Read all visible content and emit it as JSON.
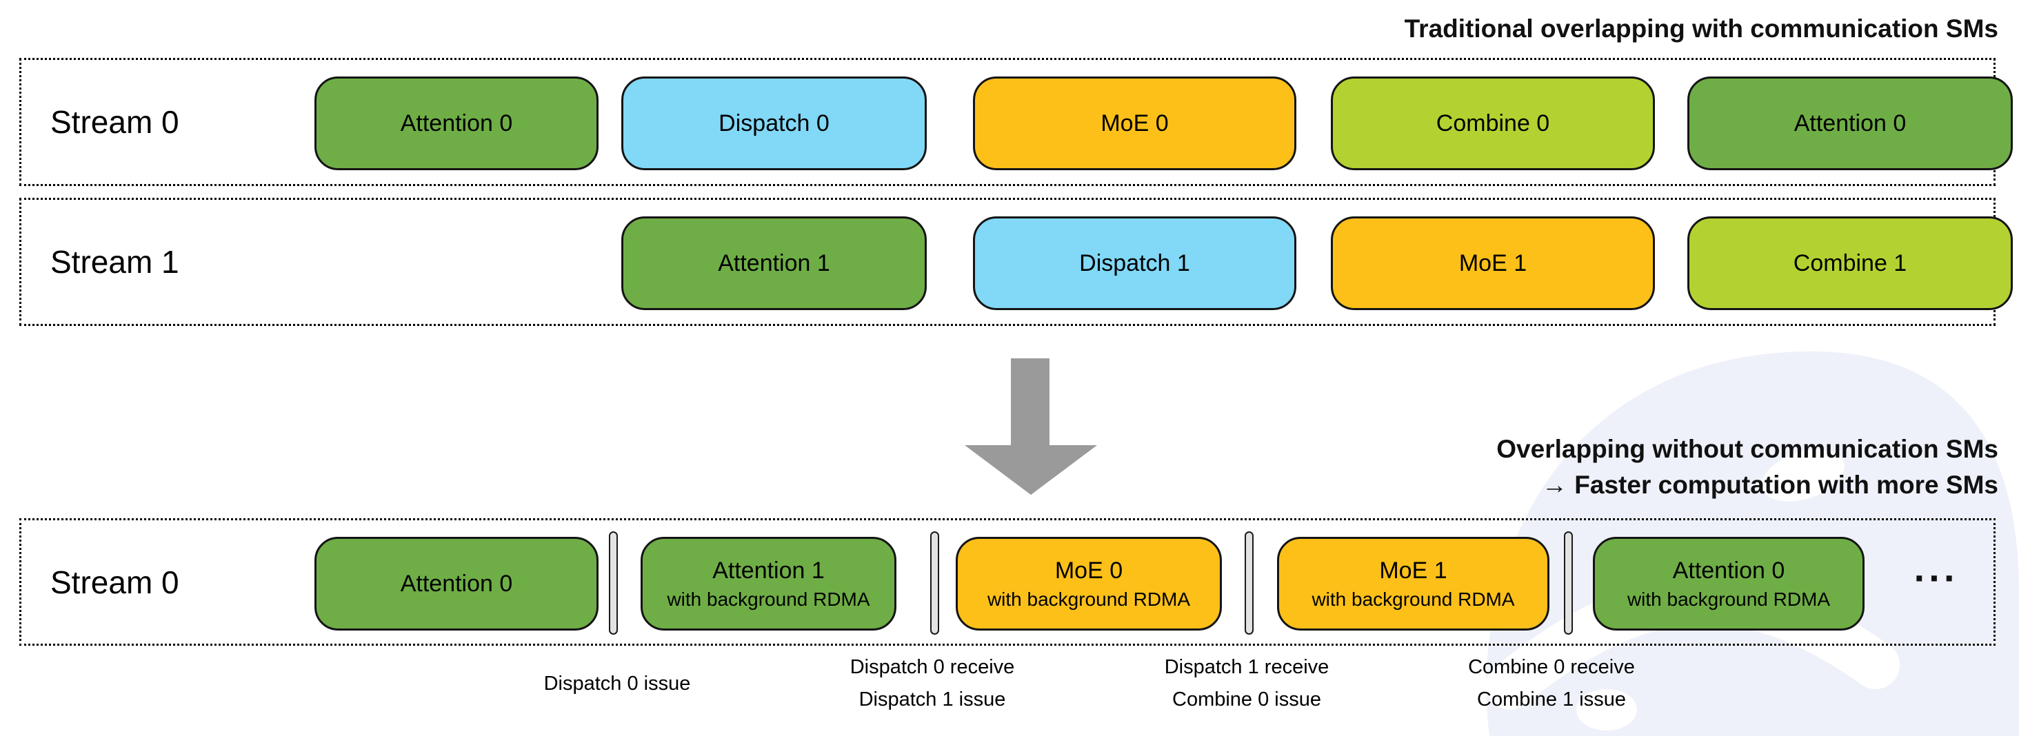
{
  "titles": {
    "traditional": "Traditional overlapping with communication SMs",
    "overlap_line1": "Overlapping without communication SMs",
    "overlap_line2": "→ Faster computation with more SMs"
  },
  "colors": {
    "attention": "#6fae46",
    "dispatch": "#81d8f7",
    "moe": "#fcc019",
    "combine": "#b3d231",
    "separator_fill": "#e3e3e3",
    "arrow_gray": "#9a9a9a",
    "watermark_tint": "#eef1f9"
  },
  "top_chart": {
    "rows": [
      {
        "label": "Stream 0",
        "blocks": [
          {
            "label": "Attention 0",
            "type": "attention",
            "slot": 0
          },
          {
            "label": "Dispatch 0",
            "type": "dispatch",
            "slot": 1
          },
          {
            "label": "MoE 0",
            "type": "moe",
            "slot": 2
          },
          {
            "label": "Combine 0",
            "type": "combine",
            "slot": 3
          },
          {
            "label": "Attention 0",
            "type": "attention",
            "slot": 4
          }
        ]
      },
      {
        "label": "Stream 1",
        "blocks": [
          {
            "label": "Attention 1",
            "type": "attention",
            "slot": 1
          },
          {
            "label": "Dispatch 1",
            "type": "dispatch",
            "slot": 2
          },
          {
            "label": "MoE 1",
            "type": "moe",
            "slot": 3
          },
          {
            "label": "Combine 1",
            "type": "combine",
            "slot": 4
          }
        ]
      }
    ]
  },
  "bottom_chart": {
    "row_label": "Stream 0",
    "blocks": [
      {
        "label": "Attention 0",
        "sublabel": "",
        "type": "attention"
      },
      {
        "label": "Attention 1",
        "sublabel": "with background RDMA",
        "type": "attention"
      },
      {
        "label": "MoE 0",
        "sublabel": "with background RDMA",
        "type": "moe"
      },
      {
        "label": "MoE 1",
        "sublabel": "with background RDMA",
        "type": "moe"
      },
      {
        "label": "Attention 0",
        "sublabel": "with background RDMA",
        "type": "attention"
      }
    ],
    "ellipsis": "···"
  },
  "sync_labels": [
    {
      "lines": [
        "Dispatch 0 issue"
      ]
    },
    {
      "lines": [
        "Dispatch 0 receive",
        "Dispatch 1 issue"
      ]
    },
    {
      "lines": [
        "Dispatch 1 receive",
        "Combine 0 issue"
      ]
    },
    {
      "lines": [
        "Combine 0 receive",
        "Combine 1 issue"
      ]
    }
  ]
}
